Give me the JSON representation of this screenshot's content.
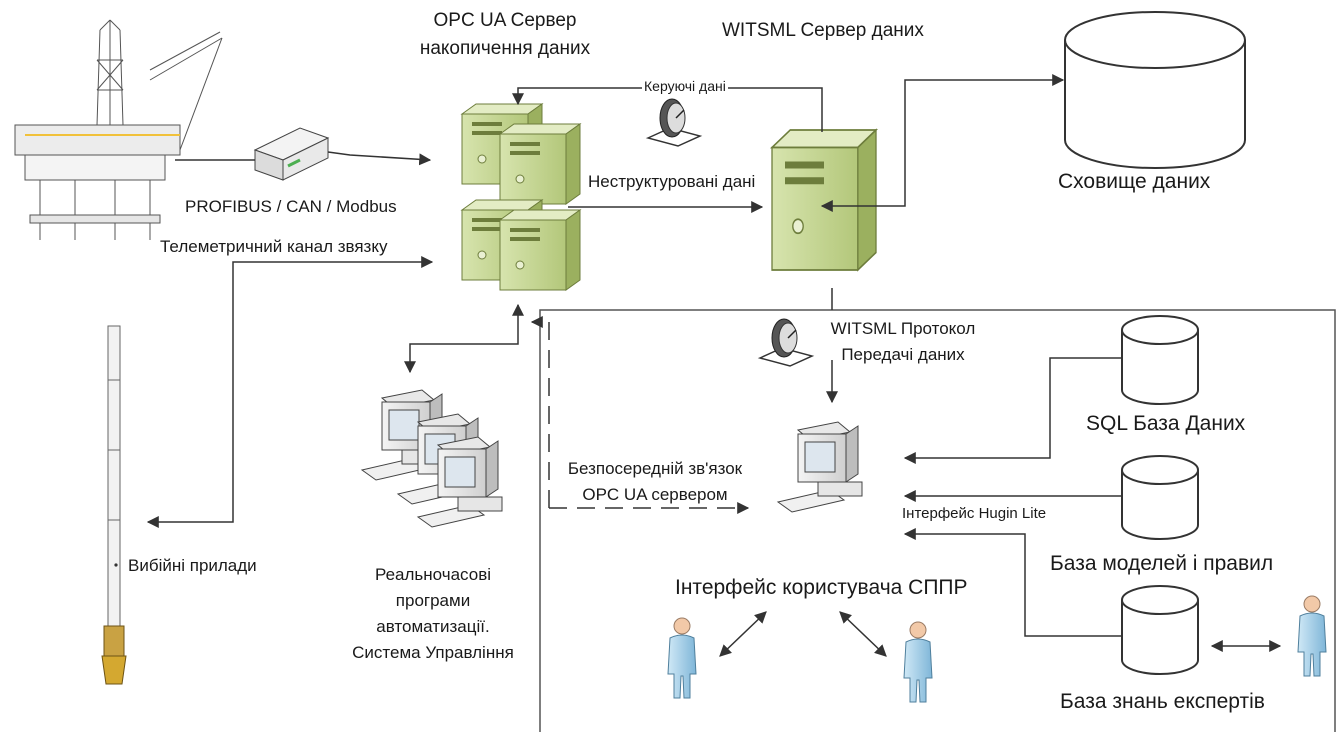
{
  "labels": {
    "opc_server_title": [
      "OPC UA Сервер",
      "накопичення даних"
    ],
    "witsml_server_title": "WITSML Сервер даних",
    "storage": "Сховище даних",
    "control_data": "Керуючі дані",
    "unstructured_data": "Неструктуровані дані",
    "fieldbus": "PROFIBUS / CAN / Modbus",
    "telemetry": "Телеметричний канал звязку",
    "downhole": "Вибійні прилади",
    "realtime_programs": [
      "Реальночасові",
      "програми",
      "автоматизації.",
      "Система Управління"
    ],
    "witsml_protocol": [
      "WITSML Протокол",
      "Передачі даних"
    ],
    "sql_db": "SQL База Даних",
    "direct_link": [
      "Безпосередній зв'язок",
      "OPC UA сервером"
    ],
    "hugin": "Інтерфейс Hugin Lite",
    "models_db": "База моделей і правил",
    "ui_dss": "Інтерфейс користувача СППР",
    "experts_kb": "База знань експертів"
  },
  "colors": {
    "server_body": "#c7d79a",
    "server_dark": "#8fa457",
    "line": "#3a3a3a",
    "cylinder_fill": "#ffffff",
    "person": "#a9d2ea",
    "person_skin": "#f2c9a8"
  }
}
